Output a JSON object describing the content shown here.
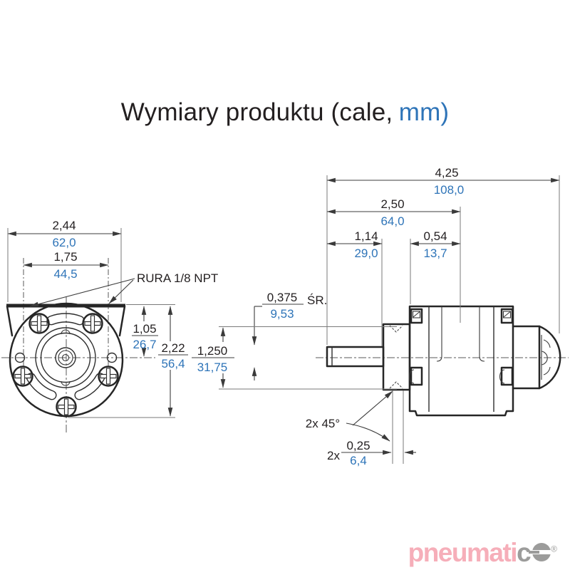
{
  "title": {
    "black_part": "Wymiary produktu (cale,",
    "blue_part": "mm)"
  },
  "front_view": {
    "port_label": "RURA 1/8 NPT",
    "dim_width": {
      "in": "2,44",
      "mm": "62,0"
    },
    "dim_port_spacing": {
      "in": "1,75",
      "mm": "44,5"
    },
    "dim_top_to_axis": {
      "in": "1,05",
      "mm": "26,7"
    },
    "dim_height": {
      "in": "2,22",
      "mm": "56,4"
    }
  },
  "side_view": {
    "dim_overall_length": {
      "in": "4,25",
      "mm": "108,0"
    },
    "dim_body_length": {
      "in": "2,50",
      "mm": "64,0"
    },
    "dim_shaft_length": {
      "in": "1,14",
      "mm": "29,0"
    },
    "dim_front_section": {
      "in": "0,54",
      "mm": "13,7"
    },
    "dim_shaft_diameter": {
      "in": "0,375",
      "mm": "9,53",
      "label": "ŚR."
    },
    "dim_flange_square": {
      "in": "1,250",
      "mm": "31,75"
    },
    "chamfer_angle_label": "2x 45°",
    "chamfer_size": {
      "qty": "2x",
      "in": "0,25",
      "mm": "6,4"
    }
  },
  "logo": {
    "part_pink": "pneumati",
    "part_gray": "c",
    "registered": "®"
  },
  "colors": {
    "inch_text": "#231f20",
    "mm_text": "#2e74b8",
    "line": "#262626",
    "logo_pink": "#f6aeb9",
    "logo_gray": "#9c9c9b"
  }
}
